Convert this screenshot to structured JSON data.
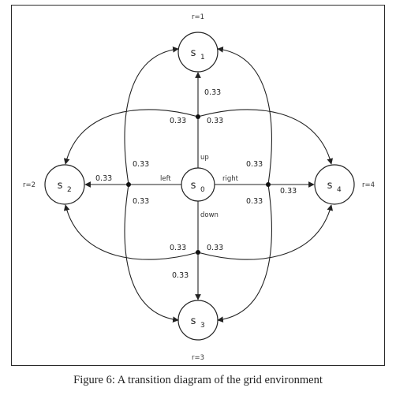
{
  "nodes": {
    "s0": {
      "base": "s",
      "sub": "0"
    },
    "s1": {
      "base": "s",
      "sub": "1"
    },
    "s2": {
      "base": "s",
      "sub": "2"
    },
    "s3": {
      "base": "s",
      "sub": "3"
    },
    "s4": {
      "base": "s",
      "sub": "4"
    }
  },
  "rewards": {
    "s1": "r=1",
    "s2": "r=2",
    "s3": "r=3",
    "s4": "r=4"
  },
  "actions": {
    "up": "up",
    "down": "down",
    "left": "left",
    "right": "right"
  },
  "probabilities": {
    "up_to_s1": "0.33",
    "up_to_s2": "0.33",
    "up_to_s4": "0.33",
    "left_to_s2": "0.33",
    "left_to_s1": "0.33",
    "left_to_s3": "0.33",
    "right_to_s4": "0.33",
    "right_to_s1": "0.33",
    "right_to_s3": "0.33",
    "down_to_s3": "0.33",
    "down_to_s2": "0.33",
    "down_to_s4": "0.33"
  },
  "caption": "Figure 6: A transition diagram of the grid environment"
}
